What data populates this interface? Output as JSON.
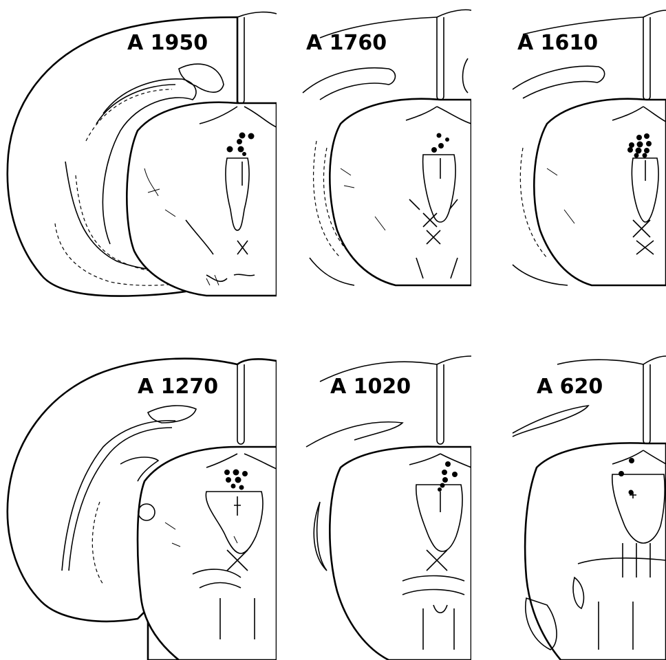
{
  "figure": {
    "panels": [
      {
        "label": "A 1950",
        "lesion_count": 6
      },
      {
        "label": "A 1760",
        "lesion_count": 4
      },
      {
        "label": "A 1610",
        "lesion_count": 10
      },
      {
        "label": "A 1270",
        "lesion_count": 7
      },
      {
        "label": "A 1020",
        "lesion_count": 6
      },
      {
        "label": "A 620",
        "lesion_count": 3
      }
    ]
  }
}
